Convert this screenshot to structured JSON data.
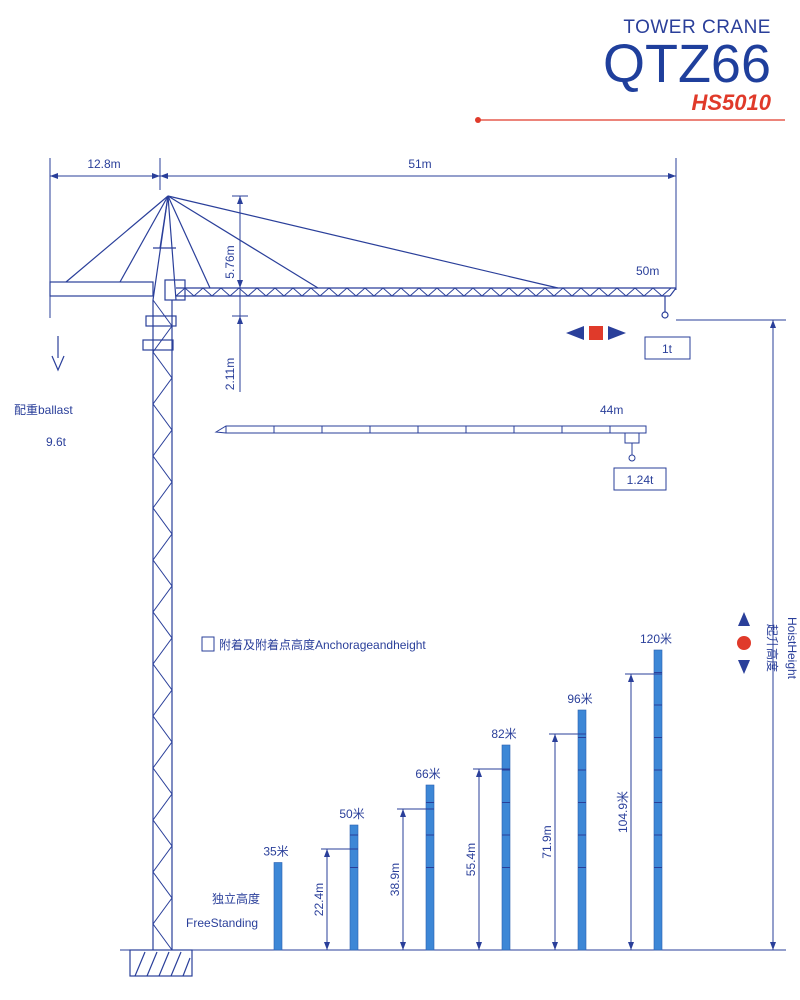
{
  "header": {
    "subtitle": "TOWER CRANE",
    "model": "QTZ66",
    "code": "HS5010"
  },
  "dimensions": {
    "counter_jib": "12.8m",
    "jib_span": "51m",
    "tower_head": "5.76m",
    "jib_offset": "2.11m"
  },
  "jib_main": {
    "radius": "50m",
    "capacity": "1t"
  },
  "jib_short": {
    "radius": "44m",
    "capacity": "1.24t"
  },
  "ballast": {
    "label": "配重ballast",
    "weight": "9.6t"
  },
  "legend": {
    "anchorage": "附着及附着点高度Anchorageandheight"
  },
  "hoist": {
    "cn": "起升高度",
    "en": "HoistHeight"
  },
  "free_standing": {
    "cn": "独立高度",
    "en": "FreeStanding"
  },
  "columns": [
    {
      "top_label": "35米",
      "height_m": 35,
      "anchor_label": ""
    },
    {
      "top_label": "50米",
      "height_m": 50,
      "anchor_label": "22.4m"
    },
    {
      "top_label": "66米",
      "height_m": 66,
      "anchor_label": "38.9m"
    },
    {
      "top_label": "82米",
      "height_m": 82,
      "anchor_label": "55.4m"
    },
    {
      "top_label": "96米",
      "height_m": 96,
      "anchor_label": "71.9m"
    },
    {
      "top_label": "120米",
      "height_m": 120,
      "anchor_label": "104.9米"
    }
  ],
  "colors": {
    "blue": "#2a3f9a",
    "column": "#3d87d6",
    "red": "#e03a2a",
    "model": "#1f3f9c"
  }
}
